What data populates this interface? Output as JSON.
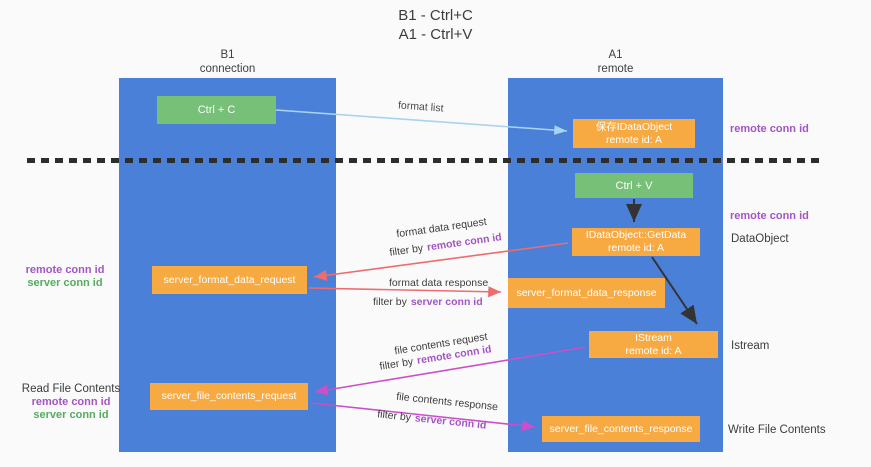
{
  "title": {
    "line1": "B1 - Ctrl+C",
    "line2": "A1 - Ctrl+V"
  },
  "columns": {
    "left": {
      "header_line1": "B1",
      "header_line2": "connection"
    },
    "right": {
      "header_line1": "A1",
      "header_line2": "remote"
    }
  },
  "boxes": {
    "ctrl_c": "Ctrl + C",
    "ctrl_v": "Ctrl + V",
    "save_idataobject": {
      "line1": "保存IDataObject",
      "line2": "remote id: A"
    },
    "getdata": {
      "line1": "IDataObject::GetData",
      "line2": "remote id: A"
    },
    "istream": {
      "line1": "IStream",
      "line2": "remote id: A"
    },
    "format_request": "server_format_data_request",
    "format_response": "server_format_data_response",
    "file_request": "server_file_contents_request",
    "file_response": "server_file_contents_response"
  },
  "arrow_labels": {
    "format_list": "format list",
    "format_data_request": "format data request",
    "format_data_response": "format data response",
    "file_contents_request": "file contents request",
    "file_contents_response": "file contents response",
    "filter_by": "filter by",
    "remote_conn_id": "remote conn id",
    "server_conn_id": "server conn id"
  },
  "side_labels": {
    "left_mid": {
      "remote": "remote conn id",
      "server": "server conn id"
    },
    "left_bottom": {
      "title": "Read File Contents",
      "remote": "remote conn id",
      "server": "server conn id"
    },
    "right_top": "remote conn id",
    "right_ctrl_v": "remote conn id",
    "right_dataobject": "DataObject",
    "right_istream": "Istream",
    "right_write": "Write File Contents"
  },
  "colors": {
    "background": "#fafafa",
    "column_blue": "#4a80d8",
    "box_green": "#76c078",
    "box_orange": "#f7a942",
    "purple_text": "#a455c4",
    "green_text": "#56ab5e",
    "red_arrow": "#ee6b6e",
    "magenta_arrow": "#cb4fc8",
    "lightblue_arrow": "#a9d3ef",
    "black_arrow": "#333333"
  }
}
